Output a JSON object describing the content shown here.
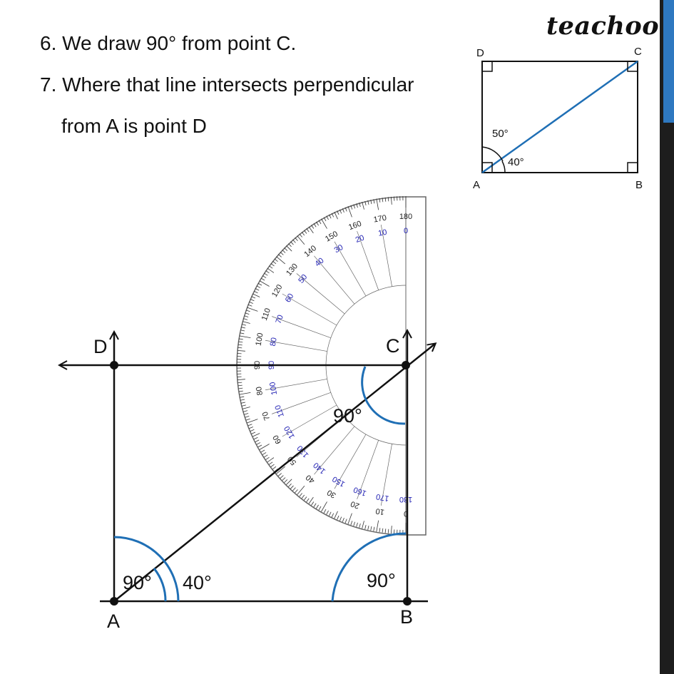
{
  "steps": {
    "step6": "6. We draw 90° from point C.",
    "step7_line1": "7. Where that line intersects perpendicular",
    "step7_line2": "from A is point D"
  },
  "brand": "teachoo",
  "reference_figure": {
    "vertices": {
      "a": "A",
      "b": "B",
      "c": "C",
      "d": "D"
    },
    "angle_top": "50°",
    "angle_bottom": "40°"
  },
  "construction": {
    "points": {
      "a": "A",
      "b": "B",
      "c": "C",
      "d": "D"
    },
    "angle_a_90": "90°",
    "angle_a_40": "40°",
    "angle_b_90": "90°",
    "angle_c_90": "90°"
  },
  "protractor": {
    "outer_scale": [
      "180",
      "170",
      "160",
      "150",
      "140",
      "130",
      "120",
      "110",
      "100",
      "90",
      "80",
      "70",
      "60",
      "50",
      "40",
      "30",
      "20",
      "10",
      "0"
    ],
    "inner_scale": [
      "0",
      "10",
      "20",
      "30",
      "40",
      "50",
      "60",
      "70",
      "80",
      "90",
      "100",
      "110",
      "120",
      "130",
      "140",
      "150",
      "160",
      "170",
      "180"
    ]
  },
  "colors": {
    "accent_blue": "#1f6fb5",
    "protractor_blue": "#2323b4",
    "line_black": "#111111",
    "sidebar_accent": "#2e78c0"
  },
  "icons": [
    "right-angle-marker-icon",
    "arrowhead-icon",
    "point-dot-icon"
  ]
}
